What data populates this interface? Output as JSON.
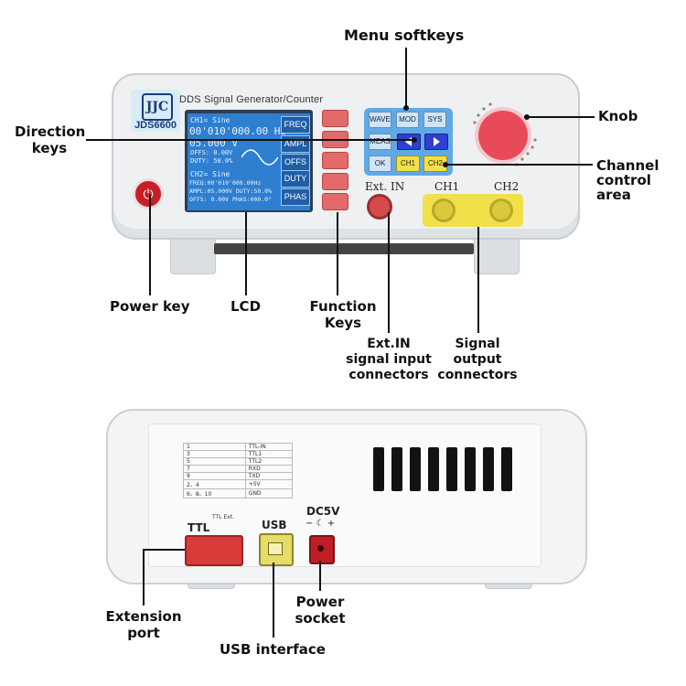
{
  "callouts": {
    "menu_softkeys": "Menu softkeys",
    "direction_keys_1": "Direction",
    "direction_keys_2": "keys",
    "knob": "Knob",
    "channel_control_1": "Channel",
    "channel_control_2": "control",
    "channel_control_3": "area",
    "power_key": "Power key",
    "lcd": "LCD",
    "function_keys_1": "Function",
    "function_keys_2": "Keys",
    "ext_in_1": "Ext.IN",
    "ext_in_2": "signal input",
    "ext_in_3": "connectors",
    "signal_output_1": "Signal",
    "signal_output_2": "output",
    "signal_output_3": "connectors",
    "extension_port_1": "Extension",
    "extension_port_2": "port",
    "power_socket_1": "Power",
    "power_socket_2": "socket",
    "usb_interface": "USB interface"
  },
  "front_panel": {
    "logo_mark": "JJC",
    "model": "JDS6600",
    "title": "DDS Signal Generator/Counter",
    "lcd": {
      "ch1_header": "CH1=  Sine",
      "freq": "00'010'000.00 Hz",
      "ampl": "05.000 V",
      "offs": "OFFS: 0.00V",
      "duty": "DUTY: 50.0%",
      "ch2_header": "CH2=  Sine",
      "ch2_freq": "FREQ:00'010'000.00Hz",
      "ch2_ampl": "AMPL:05.000V DUTY:50.0%",
      "ch2_offs": "OFFS: 0.00V PHAS:000.0°",
      "tabs": [
        "FREQ",
        "AMPL",
        "OFFS",
        "DUTY",
        "PHAS"
      ]
    },
    "menu_keys": [
      "WAVE",
      "MOD",
      "SYS",
      "MEAS",
      "OK",
      "CH1",
      "CH2"
    ],
    "ext_in_label": "Ext. IN",
    "ch1_label": "CH1",
    "ch2_label": "CH2"
  },
  "back_panel": {
    "pin_table": [
      [
        "1",
        "TTL-IN"
      ],
      [
        "3",
        "TTL1"
      ],
      [
        "5",
        "TTL2"
      ],
      [
        "7",
        "RXD"
      ],
      [
        "9",
        "TXD"
      ],
      [
        "2、4",
        "+5V"
      ],
      [
        "6、8、10",
        "GND"
      ]
    ],
    "ttl_label": "TTL",
    "ttl_ext_label": "TTL Ext.",
    "usb_label": "USB",
    "dc_label": "DC5V",
    "dc_polarity": "−  ☾  +"
  },
  "colors": {
    "function_keys": "#e26a6a",
    "lcd": "#2f7fd0",
    "knob": "#e84a58",
    "connector_panel": "#f2e04a"
  }
}
